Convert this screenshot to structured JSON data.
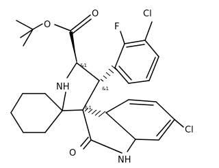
{
  "molecule": {
    "atom_labels": {
      "carbonyl_o": "O",
      "ester_o": "O",
      "amine_nh": "NH",
      "fluorine": "F",
      "chlorine_top": "Cl",
      "lactam_o": "O",
      "lactam_nh": "NH",
      "chlorine_right": "Cl"
    },
    "stereo_labels": {
      "c_alpha": "&1",
      "c_aryl": "&1",
      "c_spiro": "&1"
    }
  }
}
